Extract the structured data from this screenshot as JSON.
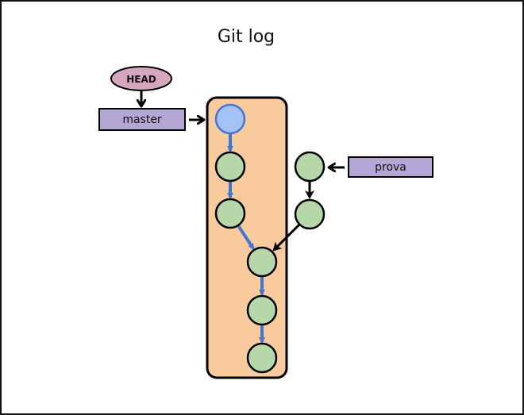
{
  "title": "Git log",
  "colors": {
    "column_fill": "#f9cb9c",
    "commit_fill": "#b6d7a8",
    "head_commit_fill": "#a4c2f4",
    "head_commit_stroke": "#3c78d8",
    "history_arrow": "#3c78d8",
    "pointer_arrow": "#000000",
    "branch_label_fill": "#b4a7d6",
    "head_label_fill": "#d5a6bd"
  },
  "labels": {
    "head": "HEAD",
    "master": "master",
    "prova": "prova"
  },
  "commits": [
    {
      "id": "c1",
      "branch": "master",
      "is_head": true
    },
    {
      "id": "c2",
      "branch": "master",
      "is_head": false
    },
    {
      "id": "c3",
      "branch": "master",
      "is_head": false
    },
    {
      "id": "c4",
      "branch": "master",
      "is_head": false
    },
    {
      "id": "c5",
      "branch": "master",
      "is_head": false
    },
    {
      "id": "c6",
      "branch": "master",
      "is_head": false
    },
    {
      "id": "p1",
      "branch": "prova",
      "is_head": false
    },
    {
      "id": "p2",
      "branch": "prova",
      "is_head": false
    }
  ],
  "edges": [
    {
      "from": "c1",
      "to": "c2",
      "kind": "history"
    },
    {
      "from": "c2",
      "to": "c3",
      "kind": "history"
    },
    {
      "from": "c3",
      "to": "c4",
      "kind": "history"
    },
    {
      "from": "c4",
      "to": "c5",
      "kind": "history"
    },
    {
      "from": "c5",
      "to": "c6",
      "kind": "history"
    },
    {
      "from": "p1",
      "to": "p2",
      "kind": "branch"
    },
    {
      "from": "p2",
      "to": "c4",
      "kind": "branch"
    }
  ],
  "pointers": [
    {
      "from": "head",
      "to": "master"
    },
    {
      "from": "master",
      "to": "c1"
    },
    {
      "from": "prova",
      "to": "p1"
    }
  ]
}
